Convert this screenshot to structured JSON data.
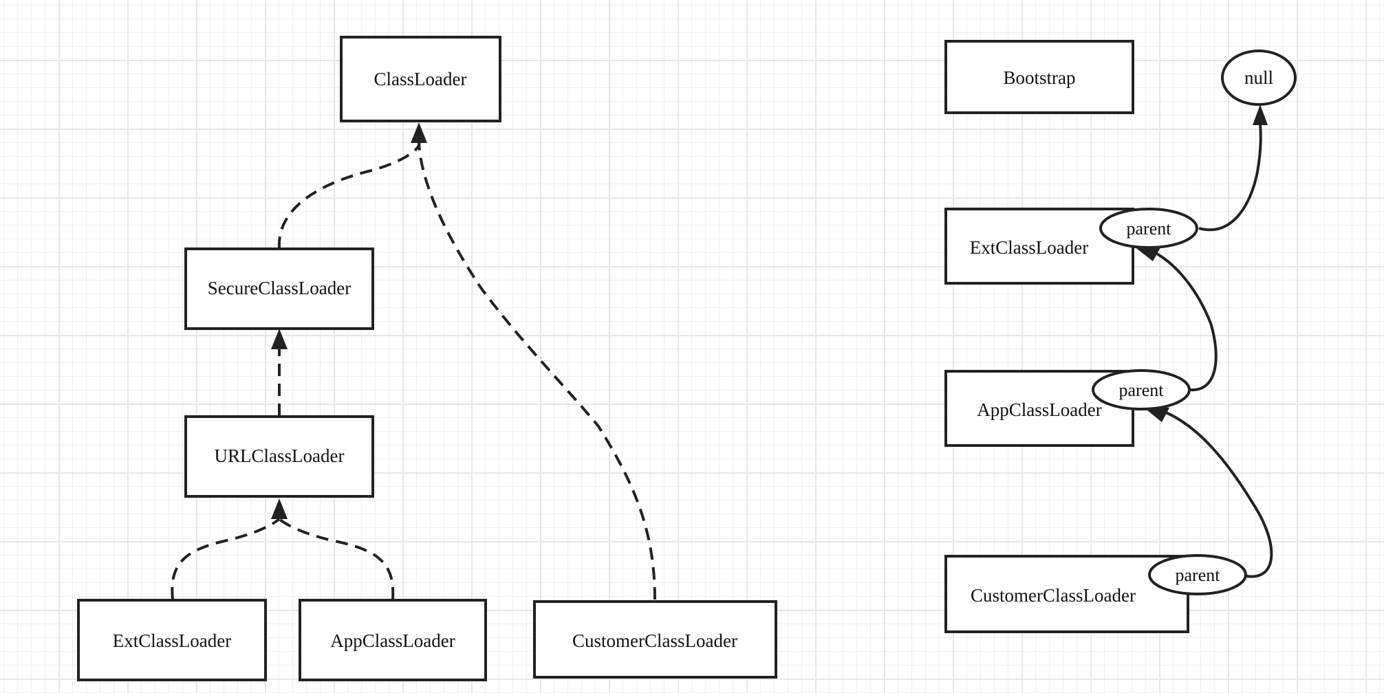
{
  "hierarchy": {
    "root": "ClassLoader",
    "secure": "SecureClassLoader",
    "url": "URLClassLoader",
    "ext": "ExtClassLoader",
    "app": "AppClassLoader",
    "customer": "CustomerClassLoader"
  },
  "delegation": {
    "bootstrap": "Bootstrap",
    "null_label": "null",
    "ext": "ExtClassLoader",
    "app": "AppClassLoader",
    "customer": "CustomerClassLoader",
    "parent_label": "parent"
  }
}
